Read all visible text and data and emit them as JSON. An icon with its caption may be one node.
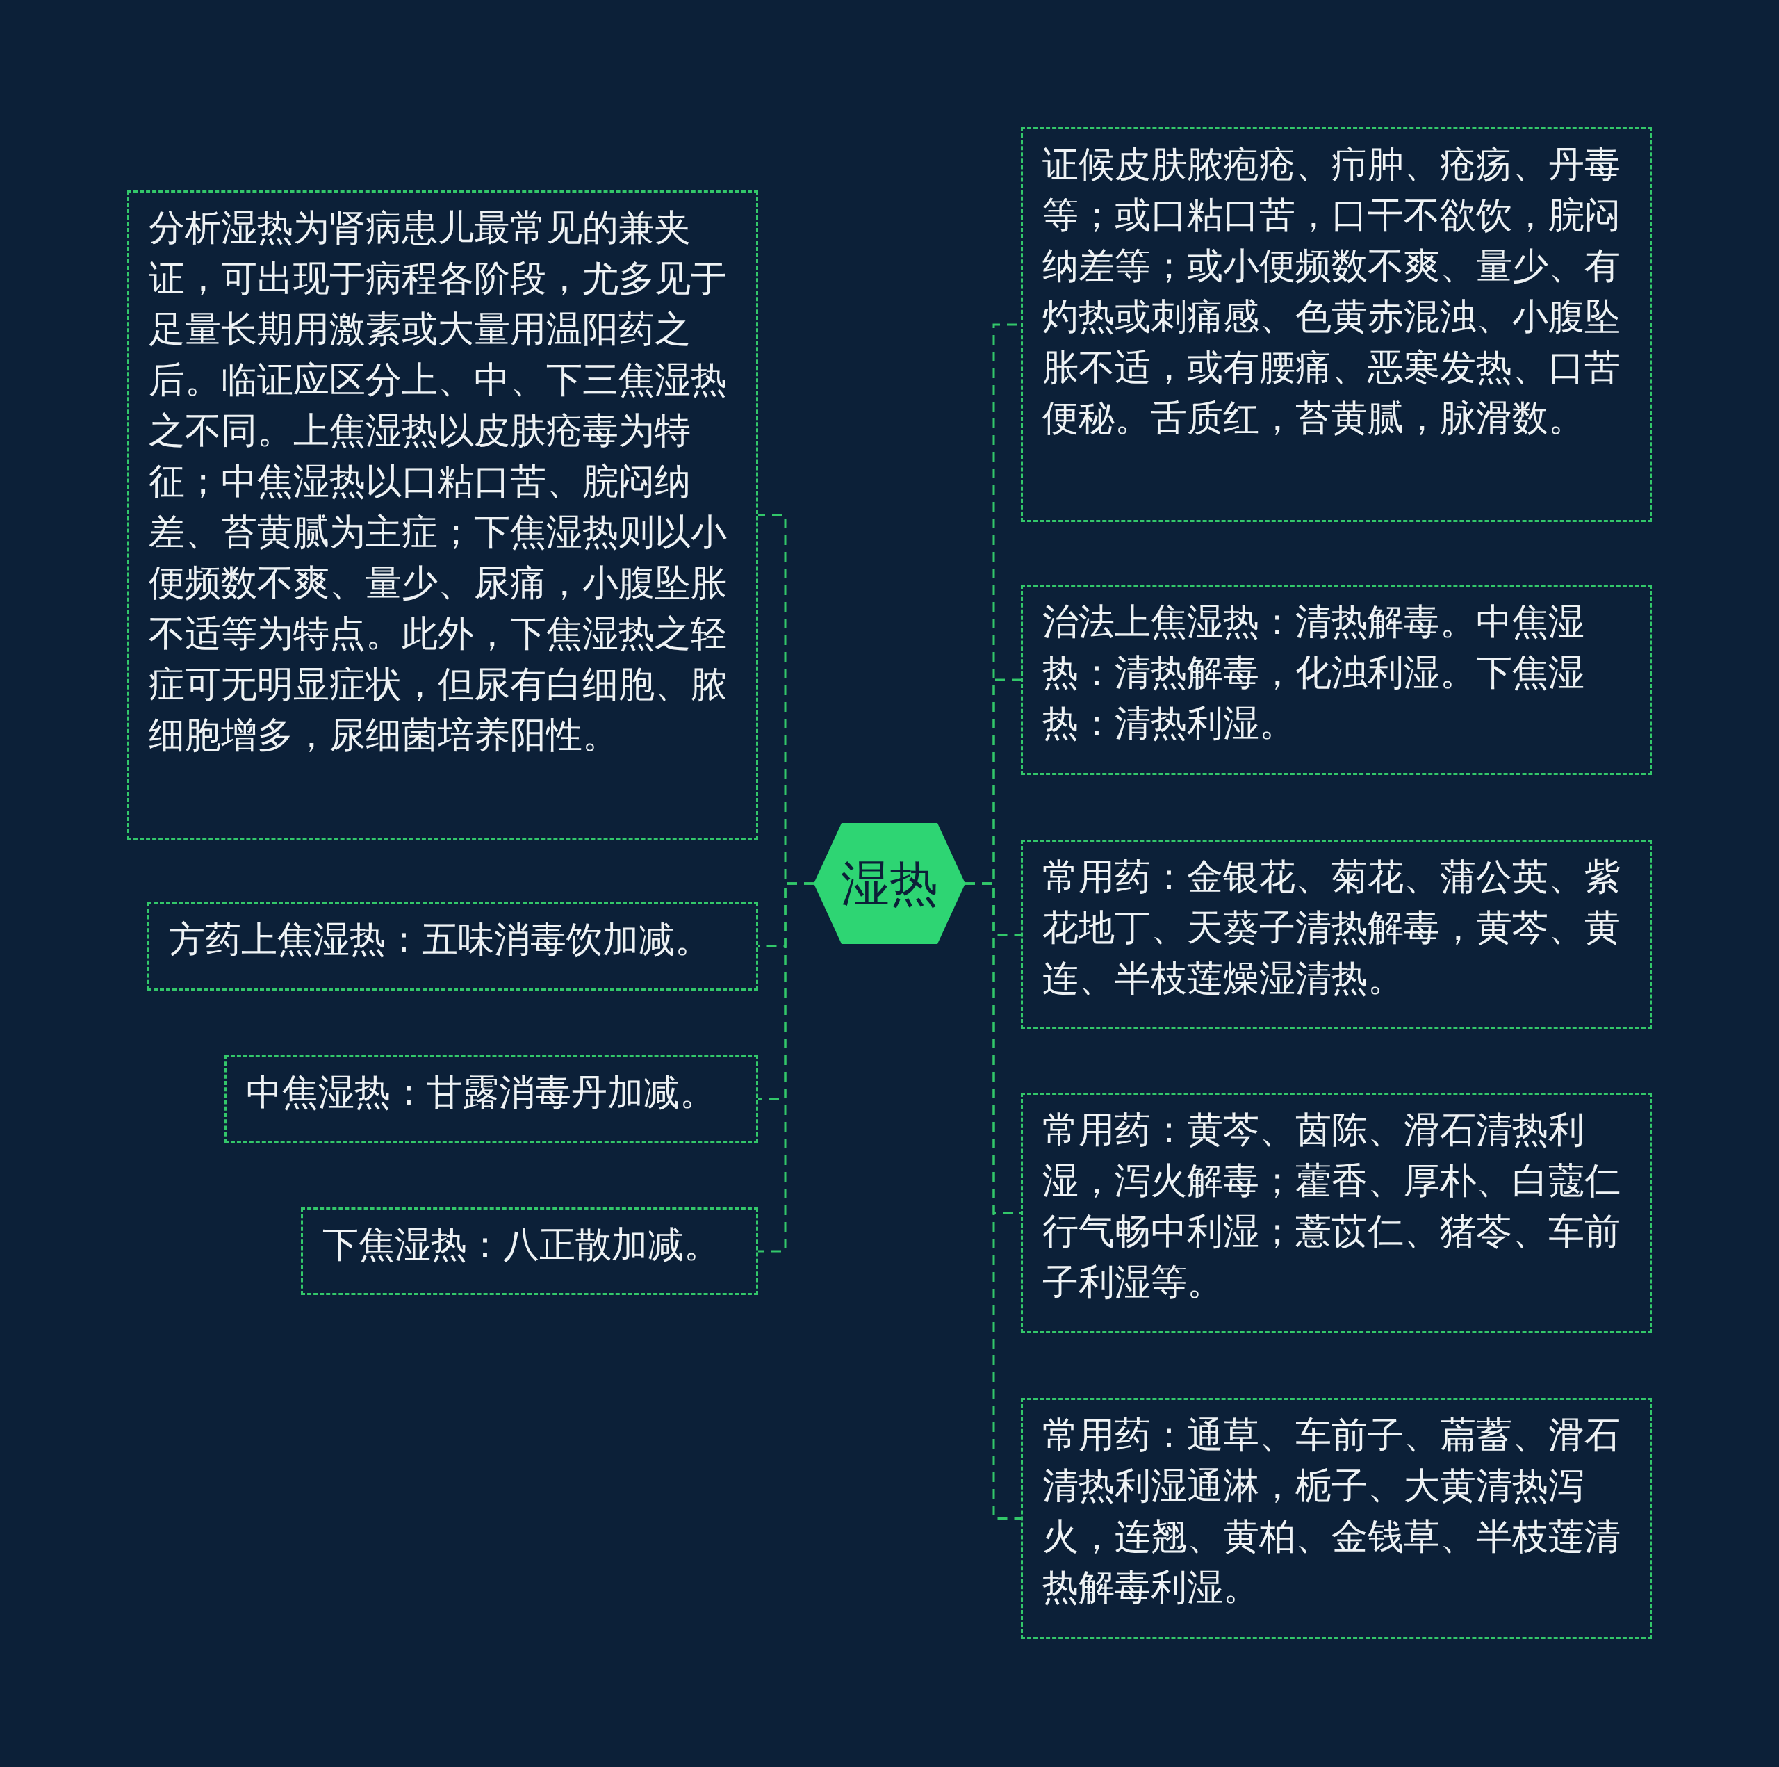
{
  "diagram": {
    "nodes": [
      {
        "text": [
          "湿热"
        ]
      },
      {
        "text": [
          "分析湿热为肾病患儿最常见的兼夹证，可出现于病程各阶段，尤多见于足量长期用激素或大量用温阳药之后。临证应区分上、中、下三焦湿热之不同。上焦湿热以皮肤疮毒为特征；中焦湿热以口粘口苦、脘闷纳差、苔黄腻为主症；下焦湿热则以小便频数不爽、量少、尿痛，小腹坠胀不适等为特点。此外，下焦湿热之轻症可无明显症状，但尿有白细胞、脓细胞增多，尿细菌培养阳性。"
        ]
      },
      {
        "text": [
          "方药上焦湿热：五味消毒饮加减。"
        ]
      },
      {
        "text": [
          "中焦湿热：甘露消毒丹加减。"
        ]
      },
      {
        "text": [
          "下焦湿热：八正散加减。"
        ]
      },
      {
        "text": [
          "证候皮肤脓疱疮、疖肿、疮疡、丹毒等；或口粘口苦，口干不欲饮，脘闷纳差等；或小便频数不爽、量少、有灼热或刺痛感、色黄赤混浊、小腹坠胀不适，或有腰痛、恶寒发热、口苦便秘。舌质红，苔黄腻，脉滑数。"
        ]
      },
      {
        "text": [
          "治法上焦湿热：清热解毒。中焦湿热：清热解毒，化浊利湿。下焦湿热：清热利湿。"
        ]
      },
      {
        "text": [
          "常用药：金银花、菊花、蒲公英、紫花地丁、天葵子清热解毒，黄芩、黄连、半枝莲燥湿清热。"
        ]
      },
      {
        "text": [
          "常用药：黄芩、茵陈、滑石清热利湿，泻火解毒；藿香、厚朴、白蔻仁行气畅中利湿；薏苡仁、猪苓、车前子利湿等。"
        ]
      },
      {
        "text": [
          "常用药：通草、车前子、萹蓄、滑石清热利湿通淋，栀子、大黄清热泻火，连翘、黄柏、金钱草、半枝莲清热解毒利湿。"
        ]
      }
    ],
    "edges": [
      {
        "from": 0,
        "to": 1,
        "arrow": "none",
        "style": "dashed"
      },
      {
        "from": 0,
        "to": 2,
        "arrow": "none",
        "style": "dashed"
      },
      {
        "from": 0,
        "to": 3,
        "arrow": "none",
        "style": "dashed"
      },
      {
        "from": 0,
        "to": 4,
        "arrow": "none",
        "style": "dashed"
      },
      {
        "from": 0,
        "to": 5,
        "arrow": "none",
        "style": "dashed"
      },
      {
        "from": 0,
        "to": 6,
        "arrow": "none",
        "style": "dashed"
      },
      {
        "from": 0,
        "to": 7,
        "arrow": "none",
        "style": "dashed"
      },
      {
        "from": 0,
        "to": 8,
        "arrow": "none",
        "style": "dashed"
      },
      {
        "from": 0,
        "to": 9,
        "arrow": "none",
        "style": "dashed"
      }
    ]
  }
}
